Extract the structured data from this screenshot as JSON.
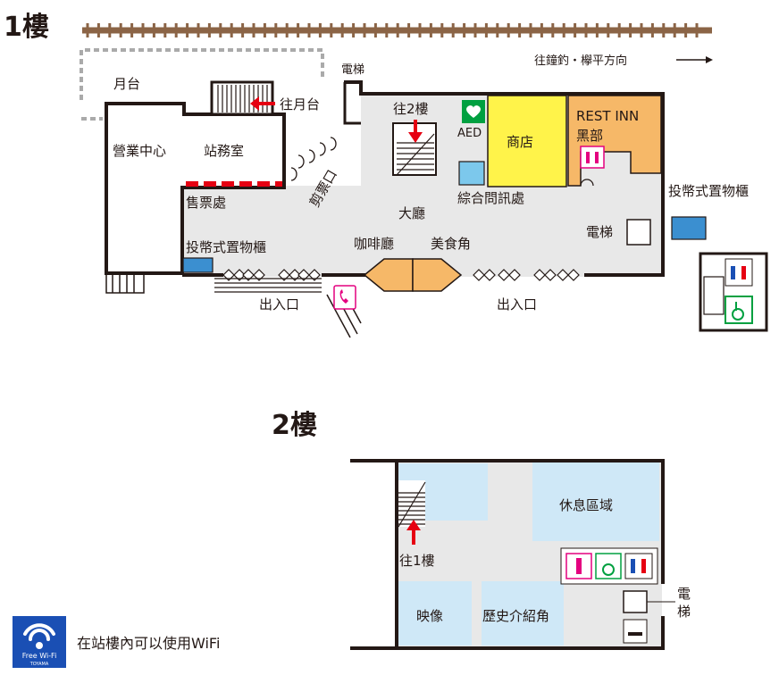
{
  "floor1": {
    "title": "1樓",
    "direction": "往鐘釣・欅平方向",
    "platform": "月台",
    "to_platform": "往月台",
    "elevator": "電梯",
    "to_2f": "往2樓",
    "aed": "AED",
    "shop": "商店",
    "rest_inn": "REST INN",
    "rest_inn_sub": "黑部",
    "coin_locker_right": "投幣式置物櫃",
    "business_center": "營業中心",
    "station_office": "站務室",
    "ticket_gate": "剪票口",
    "ticket_office": "售票處",
    "hall": "大廳",
    "info": "綜合問訊處",
    "elevator2": "電梯",
    "coin_locker_left": "投幣式置物櫃",
    "cafe": "咖啡廳",
    "food": "美食角",
    "entrance_left": "出入口",
    "entrance_right": "出入口"
  },
  "floor2": {
    "title": "2樓",
    "rest_area": "休息區域",
    "to_1f": "往1樓",
    "video": "映像",
    "history": "歷史介紹角",
    "elevator_a": "電",
    "elevator_b": "梯"
  },
  "wifi": {
    "badge_line1": "Free Wi-Fi",
    "badge_line2": "TOYAMA",
    "text": "在站樓內可以使用WiFi"
  },
  "colors": {
    "floor": "#e8e8e8",
    "shop": "#fff34a",
    "rest_inn": "#f6b868",
    "blue_box": "#7cc8ec",
    "locker": "#3b8fd0",
    "light_blue": "#cfe8f7",
    "red": "#e60012",
    "rail": "#8b6446",
    "aed_green": "#00a040"
  }
}
